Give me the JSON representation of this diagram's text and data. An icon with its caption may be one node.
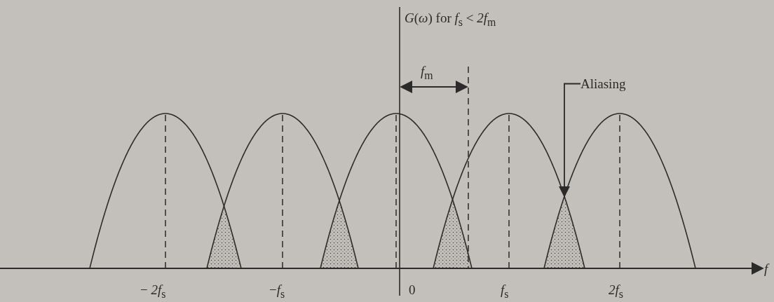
{
  "diagram": {
    "nodes": [
      {
        "text": [
          "Aliasing"
        ]
      },
      {
        "text": [],
        "shape": "triangle"
      },
      {
        "text": [],
        "shape": "triangle"
      },
      {
        "text": [],
        "shape": "triangle"
      },
      {
        "text": [],
        "shape": "triangle"
      }
    ],
    "edges": [
      {
        "from": 0,
        "to": 4,
        "arrow": "to"
      }
    ],
    "labels": [
      "*G*(*ω*) for *f*$_{s}$ < *2f*$_{m}$",
      "*f*$_{m}$",
      "− *2f*$_{s}$",
      "−*f*$_{s}$",
      "0",
      "*f*$_{s}$",
      "*2f*$_{s}$",
      "*f*"
    ]
  }
}
